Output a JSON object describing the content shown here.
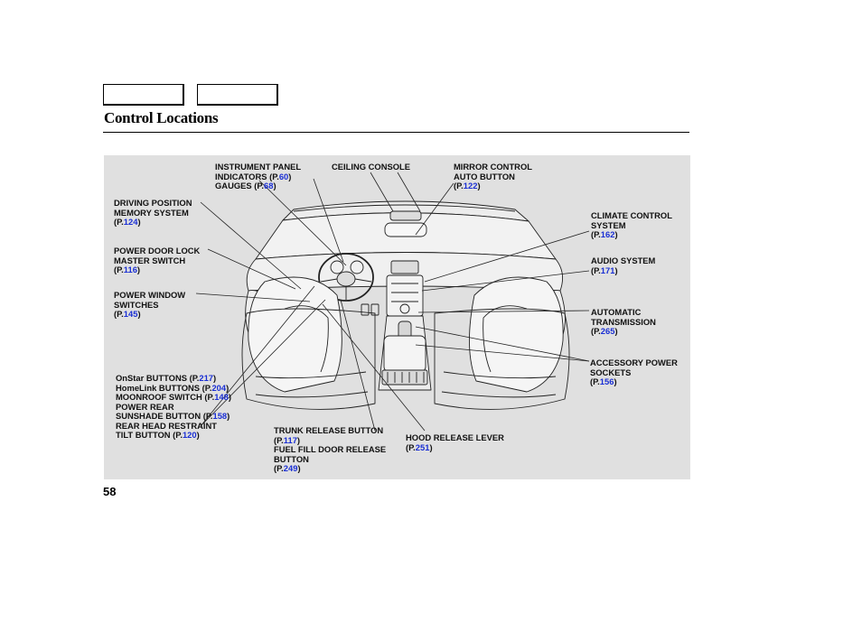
{
  "header": {
    "tabs": [
      "",
      ""
    ],
    "title": "Control Locations"
  },
  "page_number": "58",
  "callouts": [
    {
      "lines": [
        {
          "text": "INSTRUMENT PANEL"
        },
        {
          "text": "INDICATORS (P.",
          "ref": "60",
          "suffix": ")"
        },
        {
          "text": "GAUGES (P.",
          "ref": "68",
          "suffix": ")"
        }
      ]
    },
    {
      "lines": [
        {
          "text": "CEILING CONSOLE"
        }
      ]
    },
    {
      "lines": [
        {
          "text": "MIRROR CONTROL"
        },
        {
          "text": "AUTO BUTTON"
        },
        {
          "text": "(P.",
          "ref": "122",
          "suffix": ")"
        }
      ]
    },
    {
      "lines": [
        {
          "text": "DRIVING POSITION"
        },
        {
          "text": "MEMORY SYSTEM"
        },
        {
          "text": "(P.",
          "ref": "124",
          "suffix": ")"
        }
      ]
    },
    {
      "lines": [
        {
          "text": "CLIMATE CONTROL"
        },
        {
          "text": "SYSTEM"
        },
        {
          "text": "(P.",
          "ref": "162",
          "suffix": ")"
        }
      ]
    },
    {
      "lines": [
        {
          "text": "POWER DOOR LOCK"
        },
        {
          "text": "MASTER SWITCH"
        },
        {
          "text": "(P.",
          "ref": "116",
          "suffix": ")"
        }
      ]
    },
    {
      "lines": [
        {
          "text": "AUDIO SYSTEM"
        },
        {
          "text": "(P.",
          "ref": "171",
          "suffix": ")"
        }
      ]
    },
    {
      "lines": [
        {
          "text": "POWER WINDOW"
        },
        {
          "text": "SWITCHES"
        },
        {
          "text": "(P.",
          "ref": "145",
          "suffix": ")"
        }
      ]
    },
    {
      "lines": [
        {
          "text": "AUTOMATIC"
        },
        {
          "text": "TRANSMISSION"
        },
        {
          "text": "(P.",
          "ref": "265",
          "suffix": ")"
        }
      ]
    },
    {
      "lines": [
        {
          "text": "ACCESSORY POWER"
        },
        {
          "text": "SOCKETS"
        },
        {
          "text": "(P.",
          "ref": "156",
          "suffix": ")"
        }
      ]
    },
    {
      "lines": [
        {
          "text": "OnStar BUTTONS (P.",
          "ref": "217",
          "suffix": ")"
        },
        {
          "text": "HomeLink BUTTONS (P.",
          "ref": "204",
          "suffix": ")"
        },
        {
          "text": "MOONROOF SWITCH (P.",
          "ref": "148",
          "suffix": ")"
        },
        {
          "text": "POWER REAR"
        },
        {
          "text": "SUNSHADE BUTTON (P.",
          "ref": "158",
          "suffix": ")"
        },
        {
          "text": "REAR HEAD RESTRAINT"
        },
        {
          "text": "TILT BUTTON (P.",
          "ref": "120",
          "suffix": ")"
        }
      ]
    },
    {
      "lines": [
        {
          "text": "TRUNK RELEASE BUTTON"
        },
        {
          "text": "(P.",
          "ref": "117",
          "suffix": ")"
        },
        {
          "text": "FUEL FILL DOOR RELEASE"
        },
        {
          "text": "BUTTON"
        },
        {
          "text": "(P.",
          "ref": "249",
          "suffix": ")"
        }
      ]
    },
    {
      "lines": [
        {
          "text": "HOOD RELEASE LEVER"
        },
        {
          "text": "(P.",
          "ref": "251",
          "suffix": ")"
        }
      ]
    }
  ]
}
